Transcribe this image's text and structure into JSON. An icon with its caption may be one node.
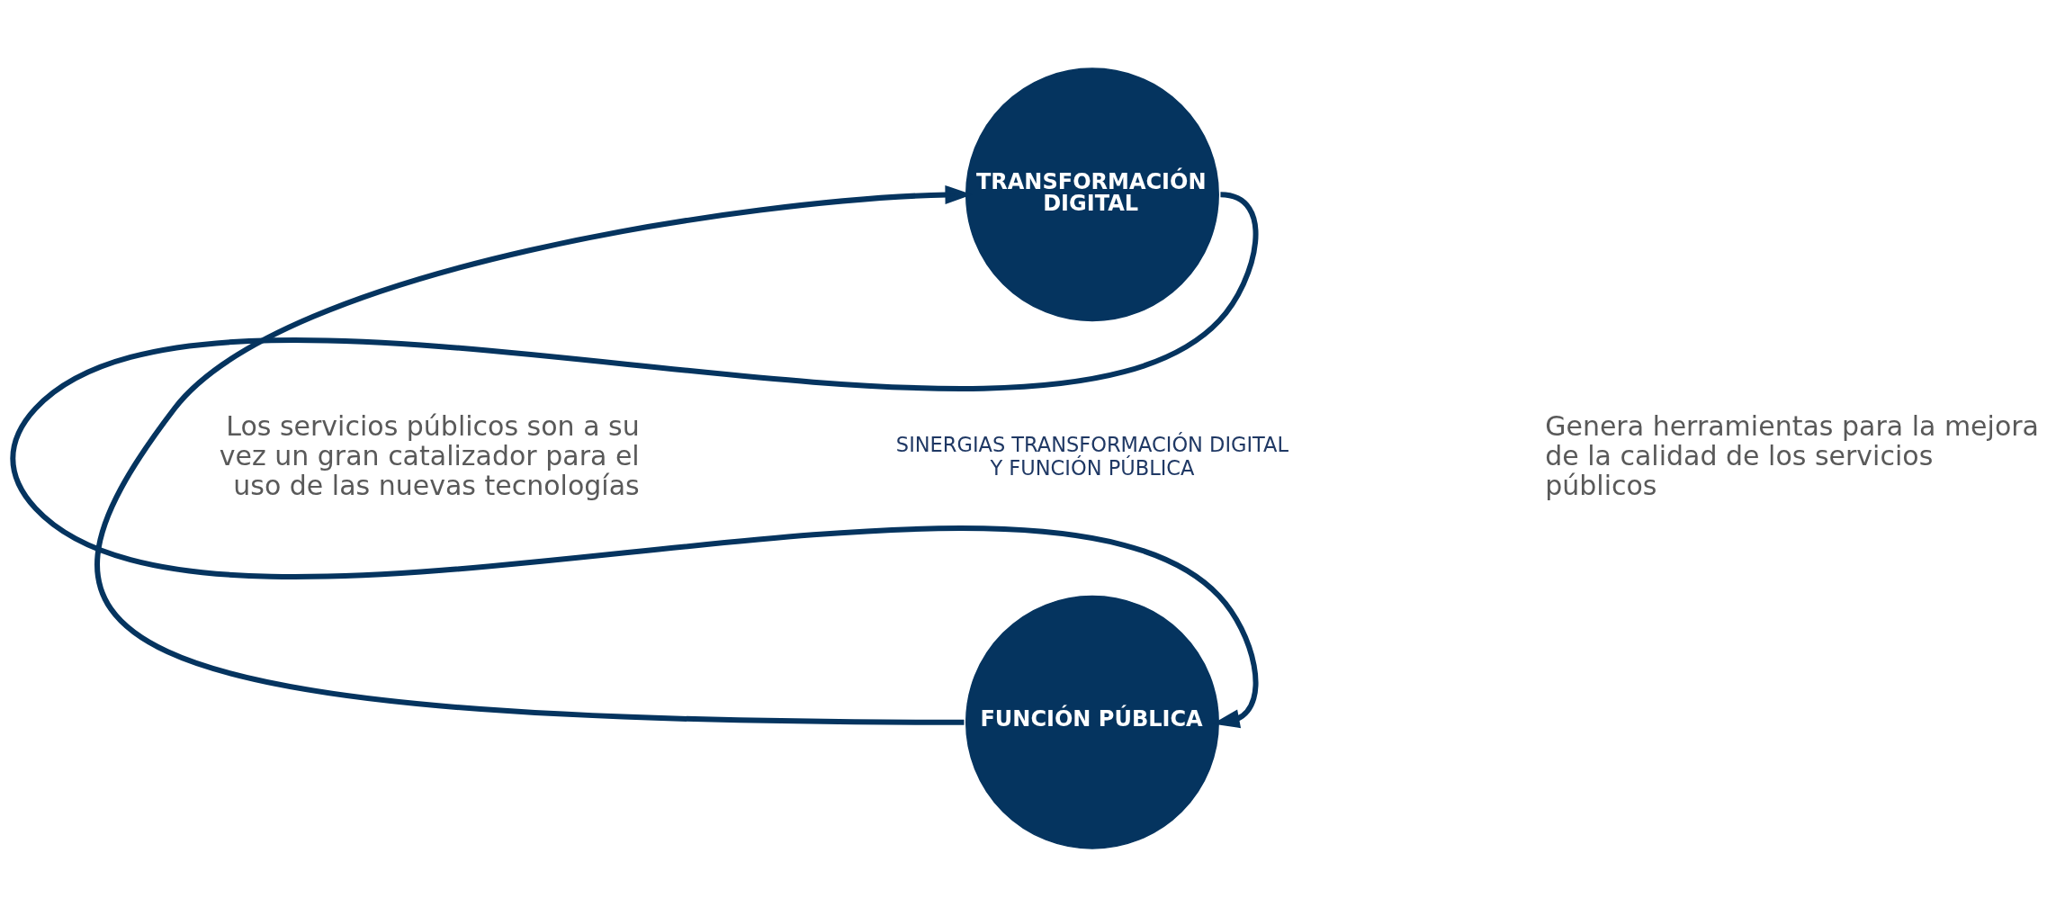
{
  "diagram": {
    "nodes": [
      {
        "text": [
          "TRANSFORMACIÓN DIGITAL"
        ]
      },
      {
        "text": [
          "FUNCIÓN PÚBLICA"
        ]
      }
    ],
    "edges": [
      {
        "from": 0,
        "to": 1,
        "arrow": "to"
      },
      {
        "from": 1,
        "to": 0,
        "arrow": "to"
      }
    ],
    "labels": [
      "Los servicios públicos son a su vez un gran catalizador para el uso de las nuevas tecnologías",
      "SINERGIAS TRANSFORMACIÓN DIGITAL Y FUNCIÓN PÚBLICA",
      "Genera herramientas para la mejora de la calidad de los servicios públicos"
    ]
  }
}
